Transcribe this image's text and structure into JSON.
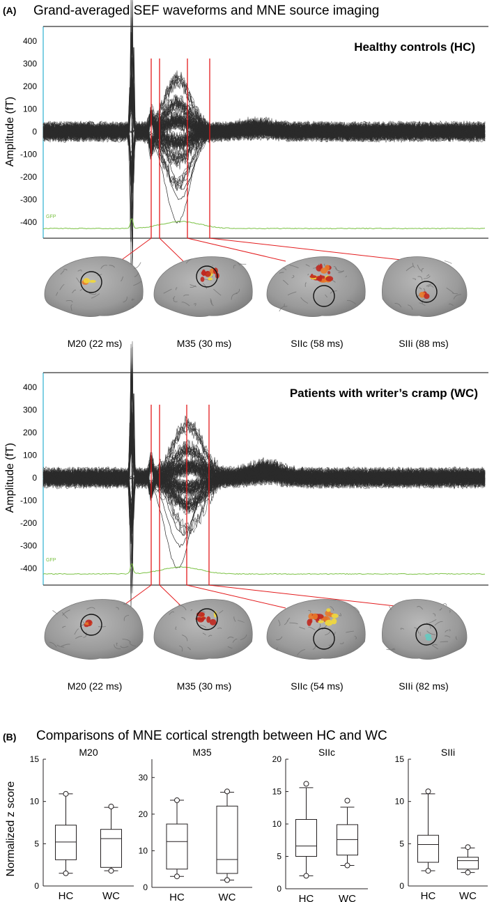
{
  "panel_a": {
    "label": "(A)",
    "title": "Grand-averaged SEF waveforms and MNE source imaging",
    "gfp_label": "GFP",
    "plots": [
      {
        "group_title": "Healthy controls (HC)",
        "ylabel": "Amplitude (fT)",
        "yticks": [
          400,
          300,
          200,
          100,
          0,
          -100,
          -200,
          -300,
          -400
        ],
        "components": [
          {
            "label": "M20 (22 ms)"
          },
          {
            "label": "M35 (30 ms)"
          },
          {
            "label": "SIIc (58 ms)"
          },
          {
            "label": "SIIi (88 ms)"
          }
        ]
      },
      {
        "group_title": "Patients with writer’s cramp (WC)",
        "ylabel": "Amplitude (fT)",
        "yticks": [
          400,
          300,
          200,
          100,
          0,
          -100,
          -200,
          -300,
          -400
        ],
        "components": [
          {
            "label": "M20 (22 ms)"
          },
          {
            "label": "M35 (30 ms)"
          },
          {
            "label": "SIIc (54 ms)"
          },
          {
            "label": "SIIi (82 ms)"
          }
        ]
      }
    ],
    "colors": {
      "waveform": "#2b2b2b",
      "marker": "#e31a1c",
      "gfp": "#7ac143",
      "axis": "#00a2c7"
    }
  },
  "panel_b": {
    "label": "(B)",
    "title": "Comparisons of MNE cortical strength between HC and WC",
    "ylabel": "Normalized z score"
  },
  "chart_data": [
    {
      "type": "box",
      "title": "M20",
      "categories": [
        "HC",
        "WC"
      ],
      "ylim": [
        0,
        15
      ],
      "yticks": [
        0,
        5,
        10,
        15
      ],
      "series": [
        {
          "category": "HC",
          "whisker_low": 1.5,
          "q1": 3.1,
          "median": 5.2,
          "q3": 7.2,
          "whisker_high": 10.9,
          "outliers": [
            1.5,
            10.9
          ]
        },
        {
          "category": "WC",
          "whisker_low": 1.8,
          "q1": 2.2,
          "median": 5.6,
          "q3": 6.7,
          "whisker_high": 9.3,
          "outliers": [
            1.8,
            9.4
          ]
        }
      ]
    },
    {
      "type": "box",
      "title": "M35",
      "categories": [
        "HC",
        "WC"
      ],
      "ylim": [
        0,
        35
      ],
      "yticks": [
        0,
        10,
        20,
        30
      ],
      "series": [
        {
          "category": "HC",
          "whisker_low": 3.0,
          "q1": 5.0,
          "median": 12.5,
          "q3": 17.3,
          "whisker_high": 23.8,
          "outliers": [
            3.0,
            23.8
          ]
        },
        {
          "category": "WC",
          "whisker_low": 2.0,
          "q1": 3.8,
          "median": 7.6,
          "q3": 22.2,
          "whisker_high": 26.0,
          "outliers": [
            2.0,
            26.2
          ]
        }
      ]
    },
    {
      "type": "box",
      "title": "SIIc",
      "categories": [
        "HC",
        "WC"
      ],
      "ylim": [
        0,
        20
      ],
      "yticks": [
        0,
        5,
        10,
        15,
        20
      ],
      "series": [
        {
          "category": "HC",
          "whisker_low": 2.0,
          "q1": 5.0,
          "median": 6.6,
          "q3": 10.7,
          "whisker_high": 15.6,
          "outliers": [
            2.0,
            16.2
          ]
        },
        {
          "category": "WC",
          "whisker_low": 3.6,
          "q1": 5.2,
          "median": 7.6,
          "q3": 9.9,
          "whisker_high": 12.6,
          "outliers": [
            3.6,
            13.6
          ]
        }
      ]
    },
    {
      "type": "box",
      "title": "SIIi",
      "categories": [
        "HC",
        "WC"
      ],
      "ylim": [
        0,
        15
      ],
      "yticks": [
        0,
        5,
        10,
        15
      ],
      "series": [
        {
          "category": "HC",
          "whisker_low": 1.8,
          "q1": 2.8,
          "median": 4.9,
          "q3": 6.0,
          "whisker_high": 10.9,
          "outliers": [
            1.8,
            11.2
          ]
        },
        {
          "category": "WC",
          "whisker_low": 1.6,
          "q1": 2.0,
          "median": 3.0,
          "q3": 3.4,
          "whisker_high": 4.5,
          "outliers": [
            1.6,
            4.6
          ]
        }
      ]
    }
  ]
}
